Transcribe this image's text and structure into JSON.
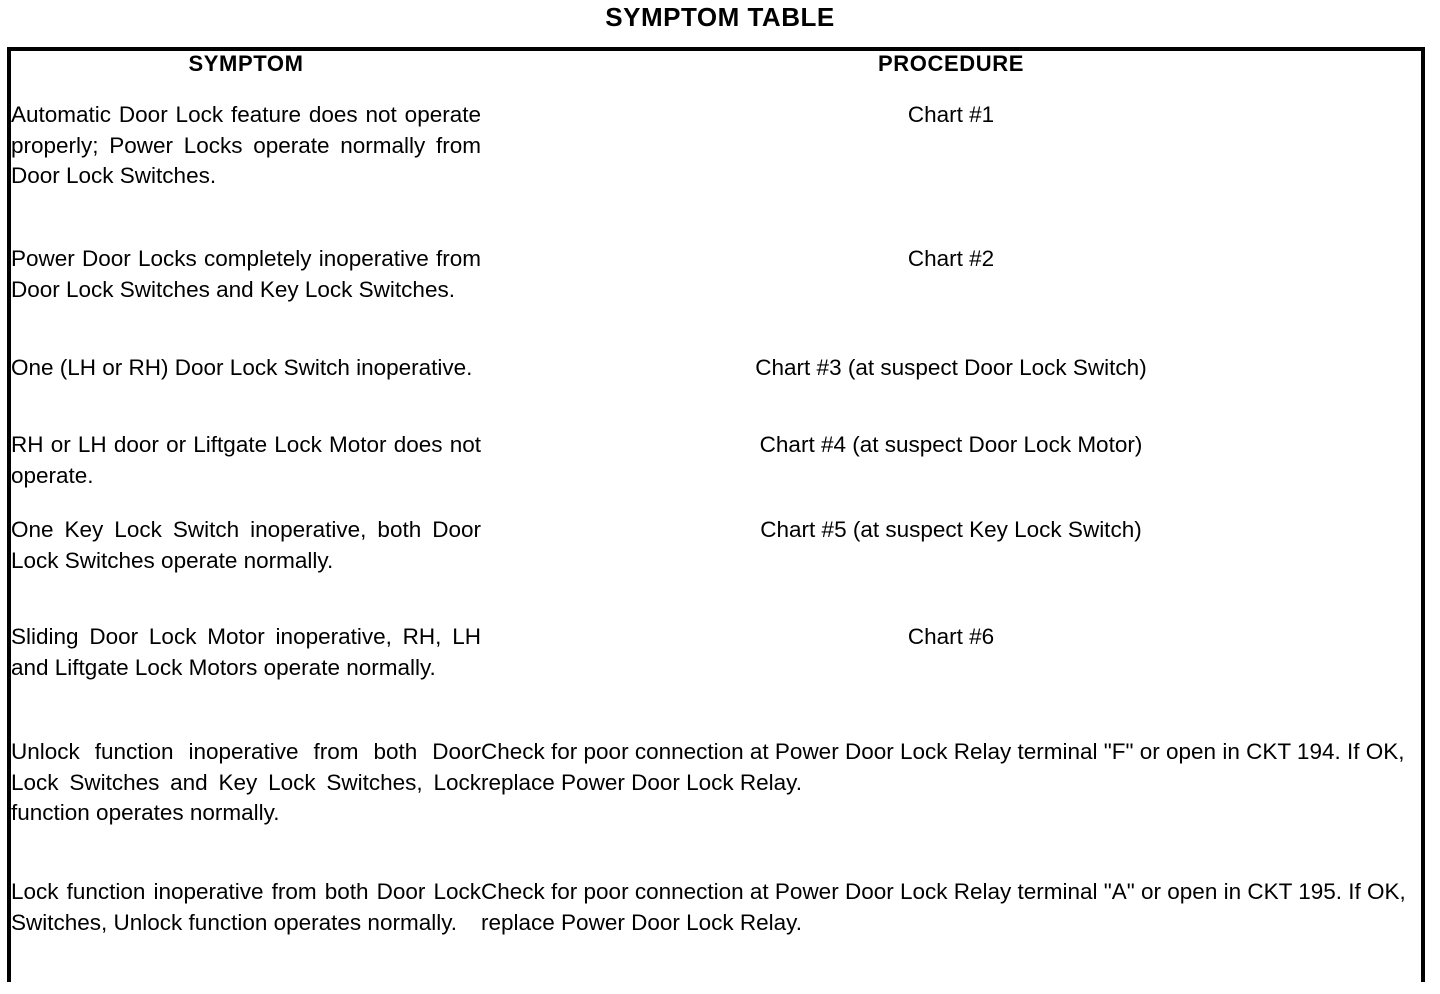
{
  "document": {
    "title": "SYMPTOM TABLE"
  },
  "table": {
    "headers": {
      "symptom": "SYMPTOM",
      "procedure": "PROCEDURE"
    },
    "rows": [
      {
        "symptom": "Automatic Door Lock feature does not operate properly; Power Locks operate normally from Door Lock Switches.",
        "procedure": "Chart #1",
        "procedure_align": "center"
      },
      {
        "symptom": "Power Door Locks completely inoperative from Door Lock Switches and Key Lock Switches.",
        "procedure": "Chart #2",
        "procedure_align": "center"
      },
      {
        "symptom": "One (LH or RH) Door Lock Switch inoperative.",
        "procedure": "Chart #3 (at suspect Door Lock Switch)",
        "procedure_align": "center"
      },
      {
        "symptom": "RH or LH door or Liftgate Lock Motor does not operate.",
        "procedure": "Chart #4 (at suspect Door Lock Motor)",
        "procedure_align": "center"
      },
      {
        "symptom": "One Key Lock Switch inoperative, both Door Lock Switches operate normally.",
        "procedure": "Chart #5 (at suspect Key Lock Switch)",
        "procedure_align": "center"
      },
      {
        "symptom": "Sliding Door Lock Motor inoperative, RH, LH and Liftgate Lock Motors operate normally.",
        "procedure": "Chart #6",
        "procedure_align": "center"
      },
      {
        "symptom": "Unlock function inoperative from both Door Lock Switches and Key Lock Switches, Lock function operates normally.",
        "procedure": "Check for poor connection at Power Door Lock Relay terminal \"F\" or open in CKT 194. If OK, replace Power Door Lock Relay.",
        "procedure_align": "left"
      },
      {
        "symptom": "Lock function inoperative from both Door Lock Switches, Unlock function operates normally.",
        "procedure": "Check for poor connection at Power Door Lock Relay terminal \"A\" or open in CKT 195. If OK, replace Power Door Lock Relay.",
        "procedure_align": "left"
      }
    ]
  },
  "colors": {
    "ink": "#000000",
    "paper": "#ffffff"
  }
}
